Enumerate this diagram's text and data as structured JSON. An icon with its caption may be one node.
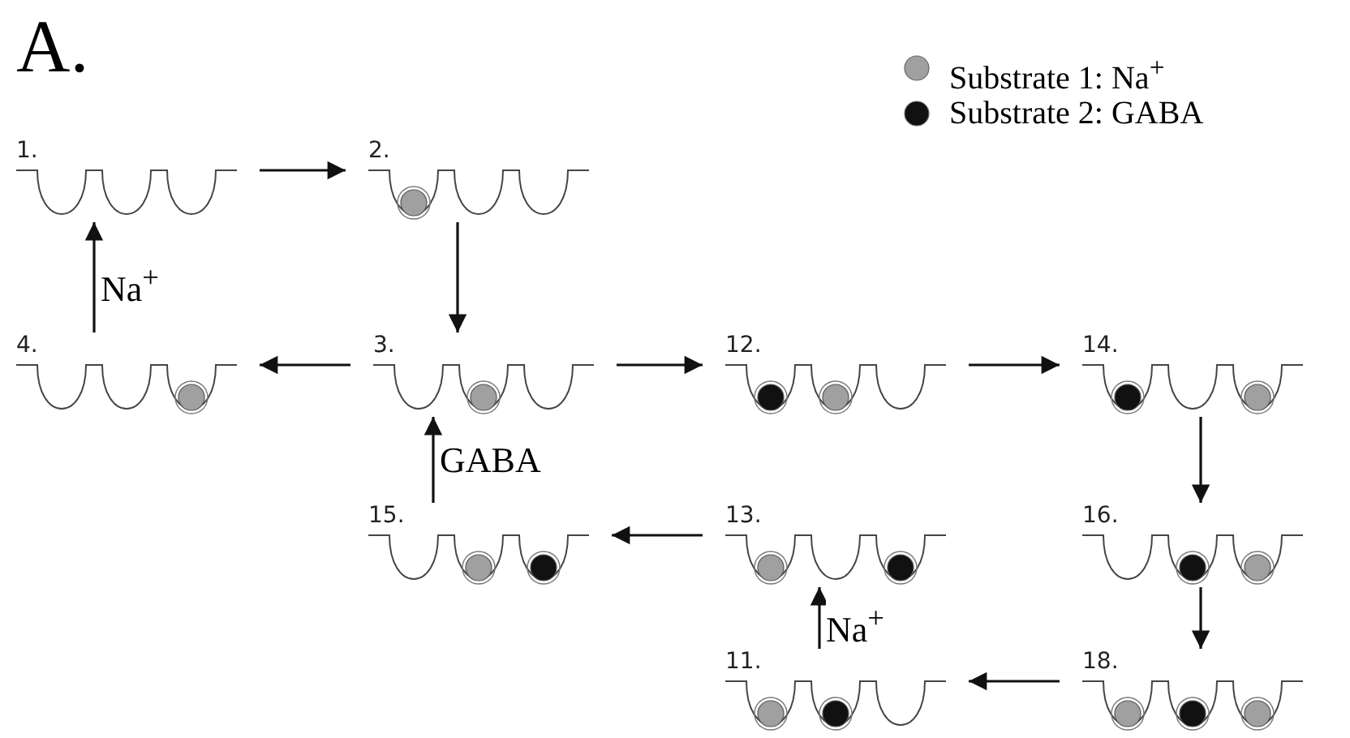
{
  "diagram": {
    "title": "A.",
    "nodes": [
      {
        "text": [
          "1."
        ]
      },
      {
        "text": [
          "2."
        ]
      },
      {
        "text": [
          "4."
        ]
      },
      {
        "text": [
          "3."
        ]
      },
      {
        "text": [
          "12."
        ]
      },
      {
        "text": [
          "14."
        ]
      },
      {
        "text": [
          "15."
        ]
      },
      {
        "text": [
          "13."
        ]
      },
      {
        "text": [
          "16."
        ]
      },
      {
        "text": [
          "11."
        ]
      },
      {
        "text": [
          "18."
        ]
      }
    ],
    "edges": [
      {
        "from": 0,
        "to": 1,
        "arrow": "to"
      },
      {
        "from": 1,
        "to": 3,
        "arrow": "to"
      },
      {
        "from": 3,
        "to": 2,
        "arrow": "to"
      },
      {
        "from": 2,
        "to": 0,
        "arrow": "to",
        "label": "Na$^{+}$"
      },
      {
        "from": 3,
        "to": 4,
        "arrow": "to"
      },
      {
        "from": 4,
        "to": 5,
        "arrow": "to"
      },
      {
        "from": 5,
        "to": 8,
        "arrow": "to"
      },
      {
        "from": 8,
        "to": 10,
        "arrow": "to"
      },
      {
        "from": 10,
        "to": 9,
        "arrow": "to"
      },
      {
        "from": 9,
        "to": 7,
        "arrow": "to",
        "label": "Na$^{+}$"
      },
      {
        "from": 7,
        "to": 6,
        "arrow": "to"
      },
      {
        "from": 6,
        "to": 3,
        "arrow": "to",
        "label": "GABA"
      }
    ],
    "legend": [
      {
        "text": "Substrate 1: Na$^{+}$",
        "color": "#a0a0a0"
      },
      {
        "text": "Substrate 2: GABA",
        "color": "#111111"
      }
    ]
  }
}
